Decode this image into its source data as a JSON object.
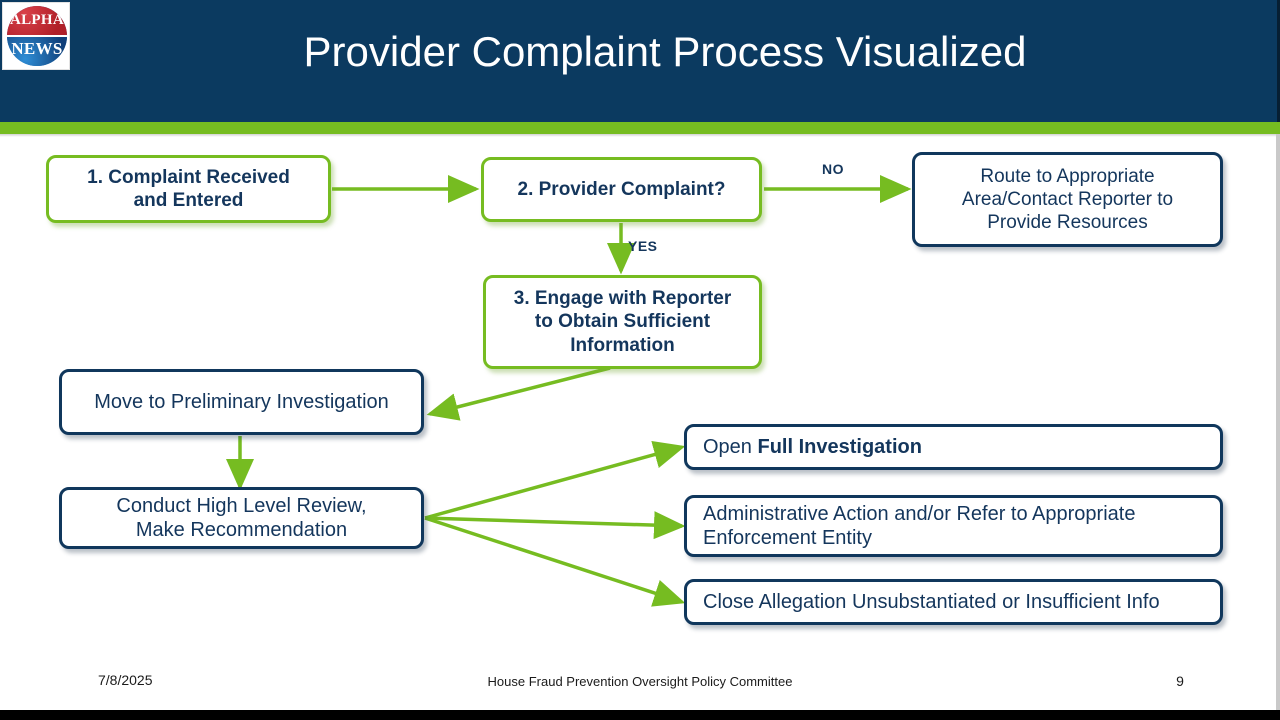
{
  "slide": {
    "title": "Provider Complaint Process Visualized",
    "brand": {
      "logo_top_text": "ALPHA",
      "logo_bottom_text": "NEWS",
      "logo_name": "alpha-news-logo"
    },
    "colors": {
      "header_navy": "#0b3a60",
      "accent_green": "#76bc21",
      "box_navy": "#10375c",
      "text_navy": "#14365c",
      "background": "#ffffff"
    }
  },
  "flow": {
    "nodes": [
      {
        "id": "complaint-received",
        "label": "1. Complaint Received and Entered",
        "style": "green",
        "line1": "1. Complaint Received",
        "line2": "and Entered"
      },
      {
        "id": "provider-complaint",
        "label": "2. Provider Complaint?",
        "style": "green"
      },
      {
        "id": "route-to-appropriate",
        "label": "Route to Appropriate Area/Contact Reporter to Provide Resources",
        "style": "navy",
        "line1": "Route to Appropriate",
        "line2": "Area/Contact Reporter to",
        "line3": "Provide Resources"
      },
      {
        "id": "engage-with-reporter",
        "label": "3. Engage with Reporter to Obtain Sufficient Information",
        "style": "green",
        "line1": "3. Engage with Reporter",
        "line2": "to Obtain Sufficient",
        "line3": "Information"
      },
      {
        "id": "move-to-preliminary-investigation",
        "label": "Move to Preliminary Investigation",
        "style": "navy"
      },
      {
        "id": "conduct-high-level-review",
        "label": "Conduct High Level Review, Make Recommendation",
        "style": "navy",
        "line1": "Conduct High Level Review,",
        "line2": "Make Recommendation"
      },
      {
        "id": "open-full-investigation",
        "label": "Open Full Investigation",
        "style": "navy",
        "prefix": "Open ",
        "emphasis": "Full Investigation"
      },
      {
        "id": "administrative-action",
        "label": "Administrative Action and/or Refer to Appropriate Enforcement Entity",
        "style": "navy",
        "line1": "Administrative Action and/or Refer to Appropriate",
        "line2": "Enforcement Entity"
      },
      {
        "id": "close-allegation",
        "label": "Close Allegation Unsubstantiated or Insufficient Info",
        "style": "navy"
      }
    ],
    "edge_labels": {
      "no": "NO",
      "yes": "YES"
    }
  },
  "footer": {
    "date": "7/8/2025",
    "committee": "House Fraud Prevention Oversight Policy Committee",
    "page_number": "9"
  }
}
